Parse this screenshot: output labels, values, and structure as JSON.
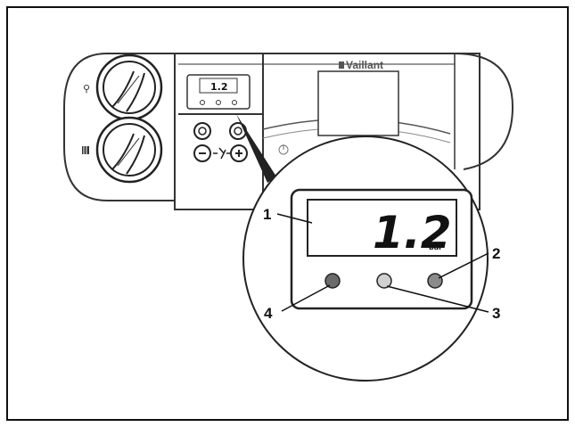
{
  "brand": {
    "logo_text": "Vaillant"
  },
  "panel": {
    "display_value_small": "1.2",
    "power_symbol": "⏻"
  },
  "zoom": {
    "display_value": "1.2",
    "display_unit": "bar"
  },
  "callouts": {
    "c1": "1",
    "c2": "2",
    "c3": "3",
    "c4": "4"
  },
  "icons": [
    "radiator-icon",
    "tap-icon",
    "power-icon",
    "reset-icon",
    "minus-icon",
    "plus-icon",
    "chimney-sweep-icon"
  ],
  "colors": {
    "frame": "#111111",
    "panel_fill": "#ffffff",
    "panel_stroke": "#333333",
    "lcd_fill": "#e6e6e6",
    "button_dark": "#6b6b6b",
    "button_light": "#c8c8c8"
  }
}
